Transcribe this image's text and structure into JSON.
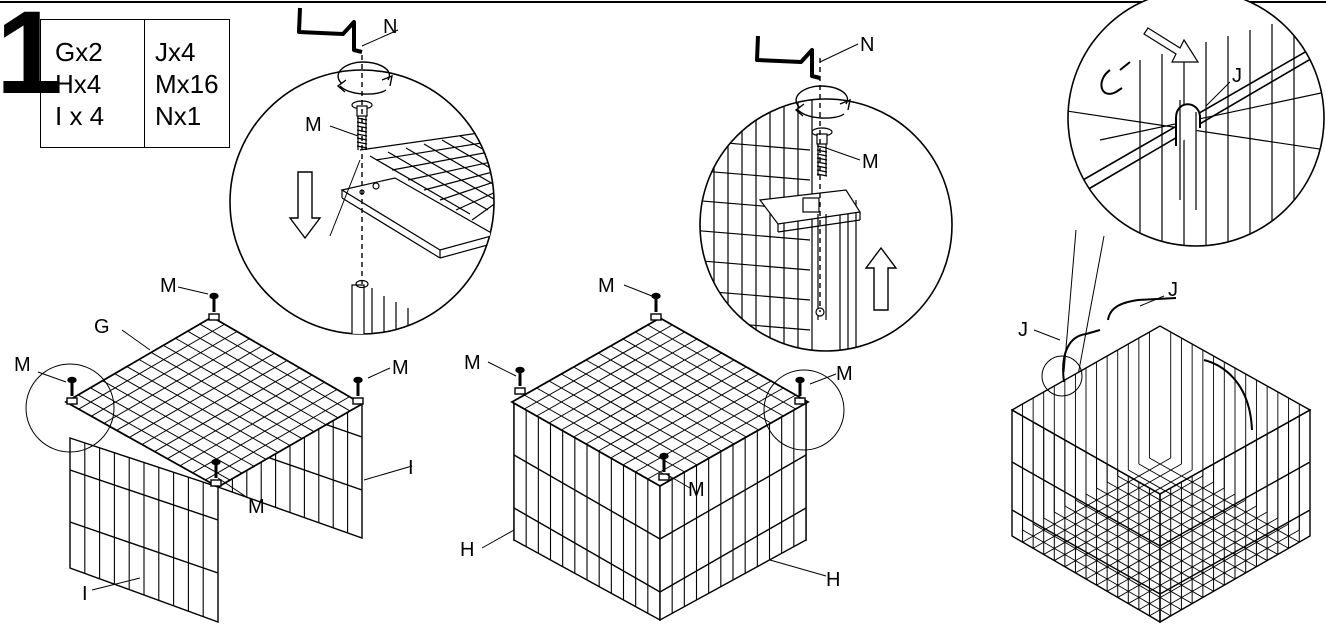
{
  "step": {
    "number": "1"
  },
  "parts_list": {
    "left": [
      "Gx2",
      "Hx4",
      "I x 4"
    ],
    "right": [
      "Jx4",
      "Mx16",
      "Nx1"
    ]
  },
  "callouts": {
    "G": "G",
    "H": "H",
    "I": "I",
    "J": "J",
    "M": "M",
    "N": "N"
  },
  "colors": {
    "line": "#000000",
    "background": "#ffffff"
  }
}
